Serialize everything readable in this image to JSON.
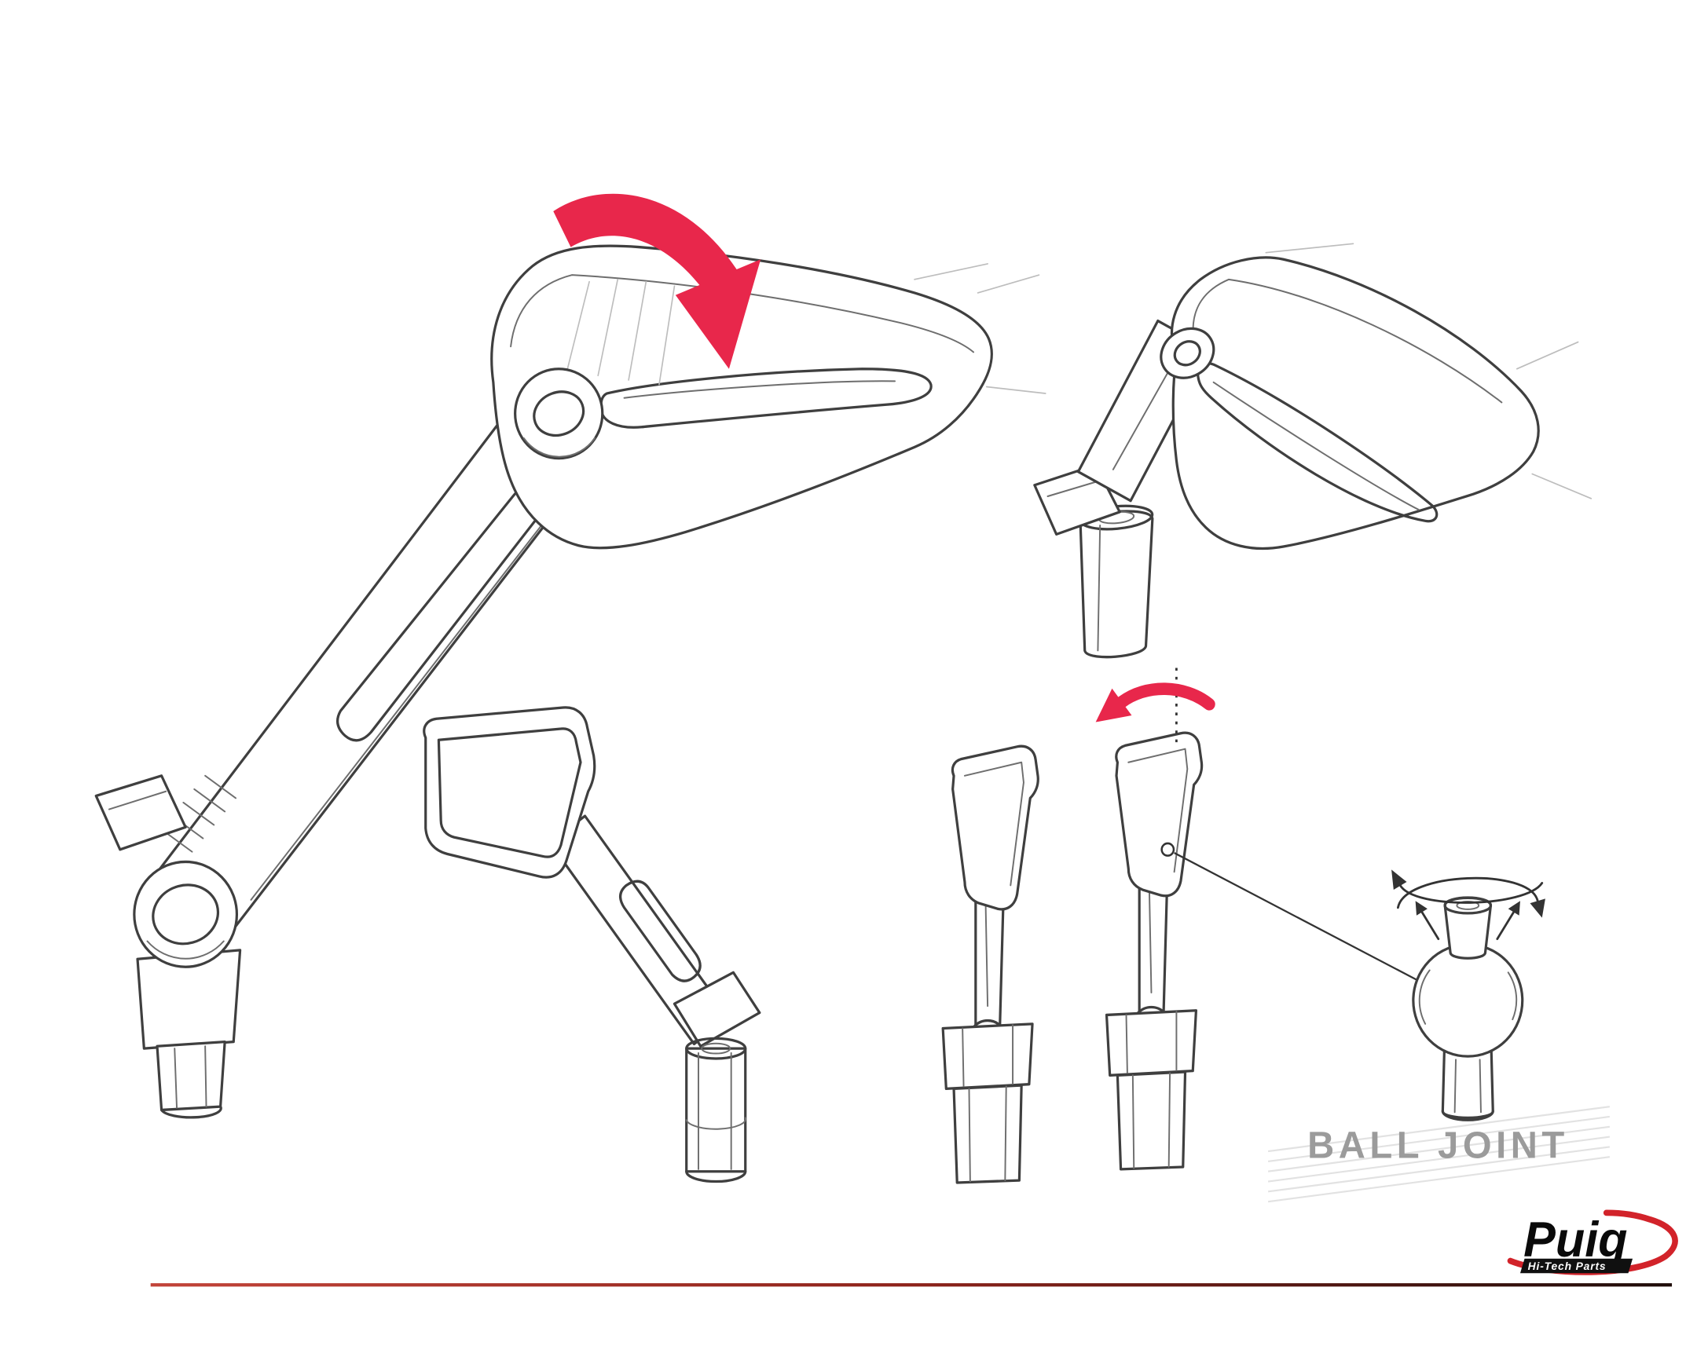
{
  "document": {
    "type": "product-instruction-illustration",
    "background": "#ffffff"
  },
  "labels": {
    "ball_joint": "BALL JOINT"
  },
  "logo": {
    "brand": "Puig",
    "tagline": "Hi-Tech Parts"
  },
  "colors": {
    "sketch_line": "#3f3f3f",
    "accent_red": "#e8274b",
    "logo_red": "#d2232a",
    "label_gray": "#9b9b9b",
    "rule_gradient": [
      "#c2453a",
      "#8e241c",
      "#1f0d0a"
    ]
  },
  "icons": [
    {
      "name": "fold-down-arrow-icon",
      "color": "#e8274b"
    },
    {
      "name": "swivel-arrow-icon",
      "color": "#e8274b"
    },
    {
      "name": "rotation-arrows-icon",
      "color": "#333333"
    }
  ]
}
